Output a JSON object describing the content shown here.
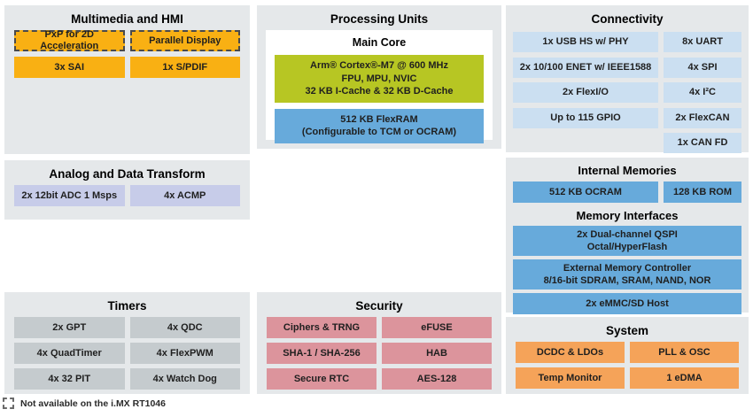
{
  "palette": {
    "section_bg": "#e5e8ea",
    "multimedia_amber": "#f9b013",
    "core_green": "#b7c623",
    "memory_blue": "#67aadb",
    "connectivity_pale_blue": "#cbdff1",
    "analog_lavender": "#c7cce9",
    "timers_gray": "#c5cbce",
    "security_rose": "#dc949c",
    "system_peach": "#f5a359",
    "dashed_border": "#4a4a4a"
  },
  "sections": {
    "multimedia": {
      "title": "Multimedia and HMI",
      "items": [
        {
          "label": "PxP for 2D Acceleration",
          "dashed": true
        },
        {
          "label": "Parallel Display",
          "dashed": true
        },
        {
          "label": "3x SAI",
          "dashed": false
        },
        {
          "label": "1x S/PDIF",
          "dashed": false
        }
      ]
    },
    "processing": {
      "title": "Processing Units",
      "main_core": {
        "title": "Main Core",
        "cpu_lines": [
          "Arm® Cortex®-M7 @ 600 MHz",
          "FPU, MPU, NVIC",
          "32 KB I-Cache & 32 KB D-Cache"
        ],
        "ram_lines": [
          "512 KB FlexRAM",
          "(Configurable to TCM or OCRAM)"
        ]
      }
    },
    "connectivity": {
      "title": "Connectivity",
      "left_items": [
        "1x USB HS w/ PHY",
        "2x 10/100 ENET w/ IEEE1588",
        "2x FlexI/O",
        "Up to 115 GPIO"
      ],
      "right_items": [
        "8x UART",
        "4x SPI",
        "4x I²C",
        "2x FlexCAN",
        "1x CAN FD"
      ]
    },
    "analog": {
      "title": "Analog and Data Transform",
      "items": [
        "2x 12bit ADC 1 Msps",
        "4x ACMP"
      ]
    },
    "memories": {
      "internal_title": "Internal Memories",
      "internal_items": [
        "512 KB OCRAM",
        "128 KB ROM"
      ],
      "interfaces_title": "Memory Interfaces",
      "interface_items": [
        {
          "lines": [
            "2x Dual-channel QSPI",
            "Octal/HyperFlash"
          ]
        },
        {
          "lines": [
            "External Memory Controller",
            "8/16-bit SDRAM, SRAM, NAND, NOR"
          ]
        },
        {
          "lines": [
            "2x eMMC/SD Host"
          ]
        }
      ]
    },
    "timers": {
      "title": "Timers",
      "items": [
        "2x GPT",
        "4x QDC",
        "4x QuadTimer",
        "4x FlexPWM",
        "4x 32 PIT",
        "4x Watch Dog"
      ]
    },
    "security": {
      "title": "Security",
      "items": [
        "Ciphers & TRNG",
        "eFUSE",
        "SHA-1 / SHA-256",
        "HAB",
        "Secure RTC",
        "AES-128"
      ]
    },
    "system": {
      "title": "System",
      "items": [
        "DCDC & LDOs",
        "PLL & OSC",
        "Temp Monitor",
        "1 eDMA"
      ]
    }
  },
  "legend": {
    "label": "Not available on the i.MX RT1046"
  }
}
